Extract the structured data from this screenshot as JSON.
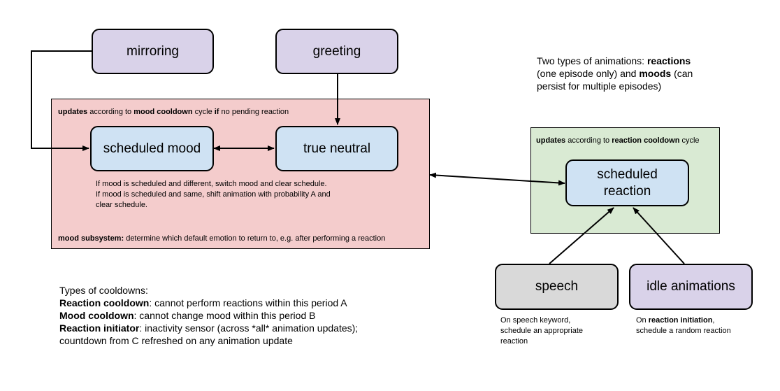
{
  "nodes": {
    "mirroring": "mirroring",
    "greeting": "greeting",
    "scheduled_mood": "scheduled mood",
    "true_neutral": "true neutral",
    "scheduled_reaction": [
      "scheduled",
      "reaction"
    ],
    "speech": "speech",
    "idle_animations": "idle animations"
  },
  "mood_region": {
    "header": [
      {
        "text": "updates",
        "bold": true
      },
      {
        "text": " according to ",
        "bold": false
      },
      {
        "text": "mood cooldown",
        "bold": true
      },
      {
        "text": " cycle ",
        "bold": false
      },
      {
        "text": "if",
        "bold": true
      },
      {
        "text": " no pending reaction",
        "bold": false
      }
    ],
    "rules": [
      "If mood is scheduled and different, switch mood and clear schedule.",
      "If mood is scheduled and same, shift animation with probability A and",
      "clear schedule."
    ],
    "footer": [
      {
        "text": "mood subsystem:",
        "bold": true
      },
      {
        "text": " determine which default emotion to return to, e.g. after performing a reaction",
        "bold": false
      }
    ]
  },
  "reaction_region": {
    "header": [
      {
        "text": "updates",
        "bold": true
      },
      {
        "text": " according to ",
        "bold": false
      },
      {
        "text": "reaction cooldown",
        "bold": true
      },
      {
        "text": " cycle",
        "bold": false
      }
    ]
  },
  "animation_types_note": [
    [
      {
        "text": "Two types of animations: ",
        "bold": false
      },
      {
        "text": "reactions",
        "bold": true
      }
    ],
    [
      {
        "text": "(one episode only) and ",
        "bold": false
      },
      {
        "text": "moods",
        "bold": true
      },
      {
        "text": " (can",
        "bold": false
      }
    ],
    [
      {
        "text": "persist for multiple episodes)",
        "bold": false
      }
    ]
  ],
  "cooldowns_note": [
    [
      {
        "text": "Types of cooldowns:",
        "bold": false
      }
    ],
    [
      {
        "text": "Reaction cooldown",
        "bold": true
      },
      {
        "text": ": cannot perform reactions within this period A",
        "bold": false
      }
    ],
    [
      {
        "text": "Mood cooldown",
        "bold": true
      },
      {
        "text": ": cannot change mood within this period B",
        "bold": false
      }
    ],
    [
      {
        "text": "Reaction initiator",
        "bold": true
      },
      {
        "text": ": inactivity sensor (across *all* animation updates);",
        "bold": false
      }
    ],
    [
      {
        "text": "countdown from C refreshed on any animation update",
        "bold": false
      }
    ]
  ],
  "speech_note": [
    [
      {
        "text": "On speech keyword,",
        "bold": false
      }
    ],
    [
      {
        "text": "schedule an appropriate",
        "bold": false
      }
    ],
    [
      {
        "text": "reaction",
        "bold": false
      }
    ]
  ],
  "idle_note": [
    [
      {
        "text": "On ",
        "bold": false
      },
      {
        "text": "reaction initiation",
        "bold": true
      },
      {
        "text": ",",
        "bold": false
      }
    ],
    [
      {
        "text": "schedule a random reaction",
        "bold": false
      }
    ]
  ],
  "edges": [
    {
      "from": "mirroring",
      "to": "scheduled mood",
      "style": "elbow-arrow"
    },
    {
      "from": "greeting",
      "to": "true neutral",
      "style": "arrow"
    },
    {
      "from": "scheduled mood",
      "to": "true neutral",
      "style": "double-arrow"
    },
    {
      "from": "mood subsystem",
      "to": "scheduled reaction",
      "style": "double-arrow"
    },
    {
      "from": "speech",
      "to": "scheduled reaction",
      "style": "arrow"
    },
    {
      "from": "idle animations",
      "to": "scheduled reaction",
      "style": "arrow"
    }
  ],
  "colors": {
    "purple_node": "#d9d2e9",
    "blue_node": "#cfe2f3",
    "gray_node": "#d9d9d9",
    "mood_region": "#f4cccc",
    "reaction_region": "#d9ead3"
  }
}
